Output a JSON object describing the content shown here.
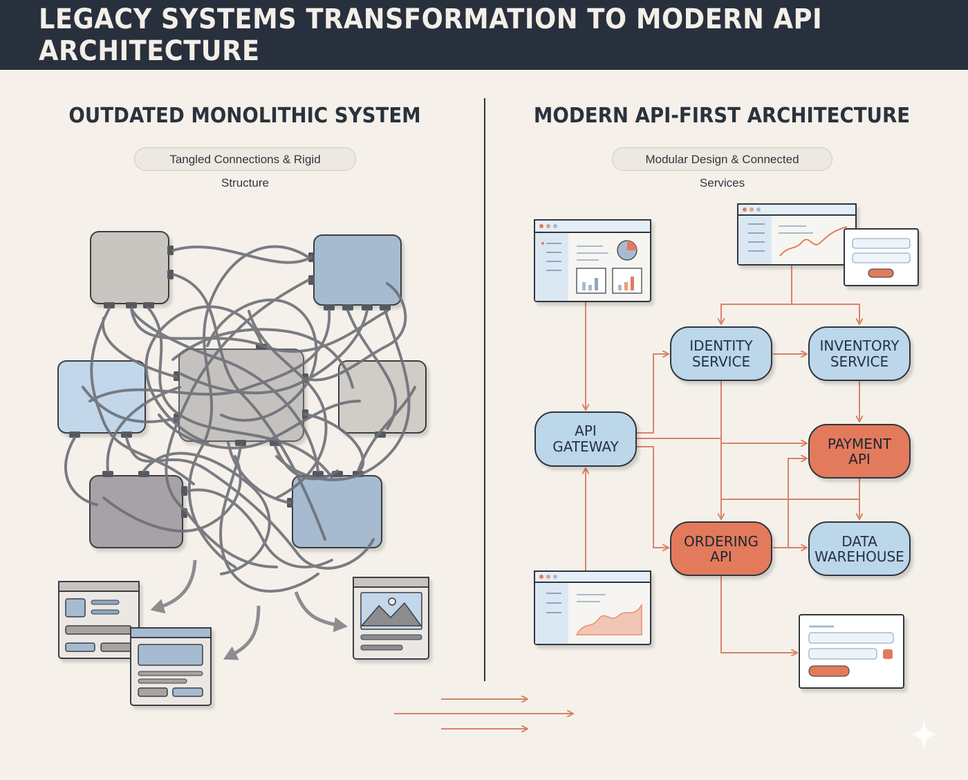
{
  "header": {
    "title": "LEGACY SYSTEMS TRANSFORMATION TO MODERN API ARCHITECTURE"
  },
  "left_panel": {
    "title": "OUTDATED MONOLITHIC SYSTEM",
    "subtitle": "Tangled Connections & Rigid Structure"
  },
  "right_panel": {
    "title": "MODERN API-FIRST ARCHITECTURE",
    "subtitle": "Modular Design & Connected Services",
    "nodes": {
      "identity": [
        "IDENTITY",
        "SERVICE"
      ],
      "inventory": [
        "INVENTORY",
        "SERVICE"
      ],
      "gateway": [
        "API",
        "GATEWAY"
      ],
      "payment": [
        "PAYMENT",
        "API"
      ],
      "ordering": [
        "ORDERING",
        "API"
      ],
      "warehouse": [
        "DATA",
        "WAREHOUSE"
      ]
    }
  },
  "colors": {
    "header_bg": "#28303d",
    "background": "#f5f1ea",
    "service_blue": "#bcd6ea",
    "api_orange": "#e37a5c",
    "connector": "#d9826a",
    "legacy_gray": "#c9c5c0",
    "legacy_blue": "#a6bbd0"
  }
}
